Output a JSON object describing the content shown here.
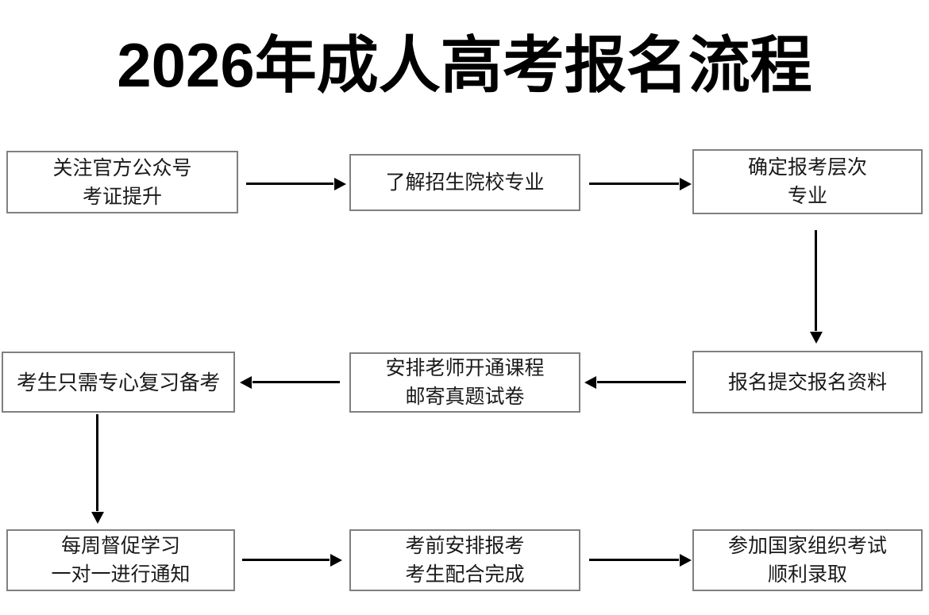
{
  "page": {
    "title": "2026年成人高考报名流程",
    "background_color": "#ffffff",
    "box_border_color": "#808080",
    "arrow_color": "#000000",
    "text_color": "#1a1a1a"
  },
  "flowchart": {
    "nodes": [
      {
        "id": "n1",
        "label": "关注官方公众号\n考证提升"
      },
      {
        "id": "n2",
        "label": "了解招生院校专业"
      },
      {
        "id": "n3",
        "label": "确定报考层次\n专业"
      },
      {
        "id": "n4",
        "label": "报名提交报名资料"
      },
      {
        "id": "n5",
        "label": "安排老师开通课程\n邮寄真题试卷"
      },
      {
        "id": "n6",
        "label": "考生只需专心复习备考"
      },
      {
        "id": "n7",
        "label": "每周督促学习\n一对一进行通知"
      },
      {
        "id": "n8",
        "label": "考前安排报考\n考生配合完成"
      },
      {
        "id": "n9",
        "label": "参加国家组织考试\n顺利录取"
      }
    ],
    "edges": [
      {
        "from": "n1",
        "to": "n2",
        "direction": "right"
      },
      {
        "from": "n2",
        "to": "n3",
        "direction": "right"
      },
      {
        "from": "n3",
        "to": "n4",
        "direction": "down"
      },
      {
        "from": "n4",
        "to": "n5",
        "direction": "left"
      },
      {
        "from": "n5",
        "to": "n6",
        "direction": "left"
      },
      {
        "from": "n6",
        "to": "n7",
        "direction": "down"
      },
      {
        "from": "n7",
        "to": "n8",
        "direction": "right"
      },
      {
        "from": "n8",
        "to": "n9",
        "direction": "right"
      }
    ]
  }
}
